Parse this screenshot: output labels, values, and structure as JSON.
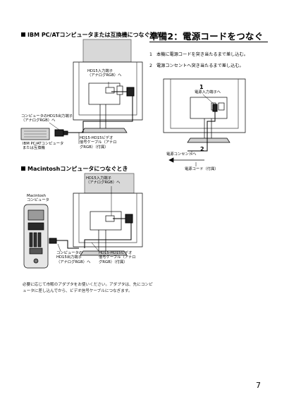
{
  "section1": {
    "heading": "IBM PC/ATコンピュータまたは互換機につなぐとき"
  },
  "fig1": {
    "hd15_input_top": "HD15入力端子",
    "hd15_input_bottom": "（アナログRGB）へ",
    "computer_output_top": "コンピュータのHD15出力端子",
    "computer_output_bottom": "（アナログRGB）へ",
    "ibm_pc_top": "IBM PC/ATコンピュータ",
    "ibm_pc_bottom": "または互換機",
    "cable_1": "HD15-HD15ビデオ",
    "cable_2": "信号ケーブル（アナロ",
    "cable_3": "グRGB）（付属）"
  },
  "section2": {
    "heading": "Macintoshコンピュータにつなぐとき"
  },
  "fig2": {
    "hd15_input_top": "HD15入力端子",
    "hd15_input_bottom": "（アナログRGB）へ",
    "mac_top": "Macintosh",
    "mac_bottom": "コンピュータ",
    "computer_output_1": "コンピュータの",
    "computer_output_2": "HD15出力端子",
    "computer_output_3": "（アナログRGB）へ",
    "cable_1": "HD15-HD15ビデオ",
    "cable_2": "信号ケーブル（アナロ",
    "cable_3": "グRGB）（付属）"
  },
  "note": "必要に応じて市販のアダプタをお使いください。アダプタは、先にコンピュータに差し込んでから、ビデオ信号ケーブルにつなぎます。",
  "right": {
    "title": "準備2：電源コードをつなぐ",
    "steps": [
      {
        "num": "1",
        "text": "本機に電源コードを突き当たるまで差し込む。"
      },
      {
        "num": "2",
        "text": "電源コンセントへ突き当たるまで差し込む。"
      }
    ]
  },
  "fig3": {
    "callout_1": "1",
    "power_input": "電源入力端子へ",
    "callout_2": "2",
    "outlet": "電源コンセントへ",
    "cord": "電源コード（付属）"
  },
  "page_number": "7"
}
